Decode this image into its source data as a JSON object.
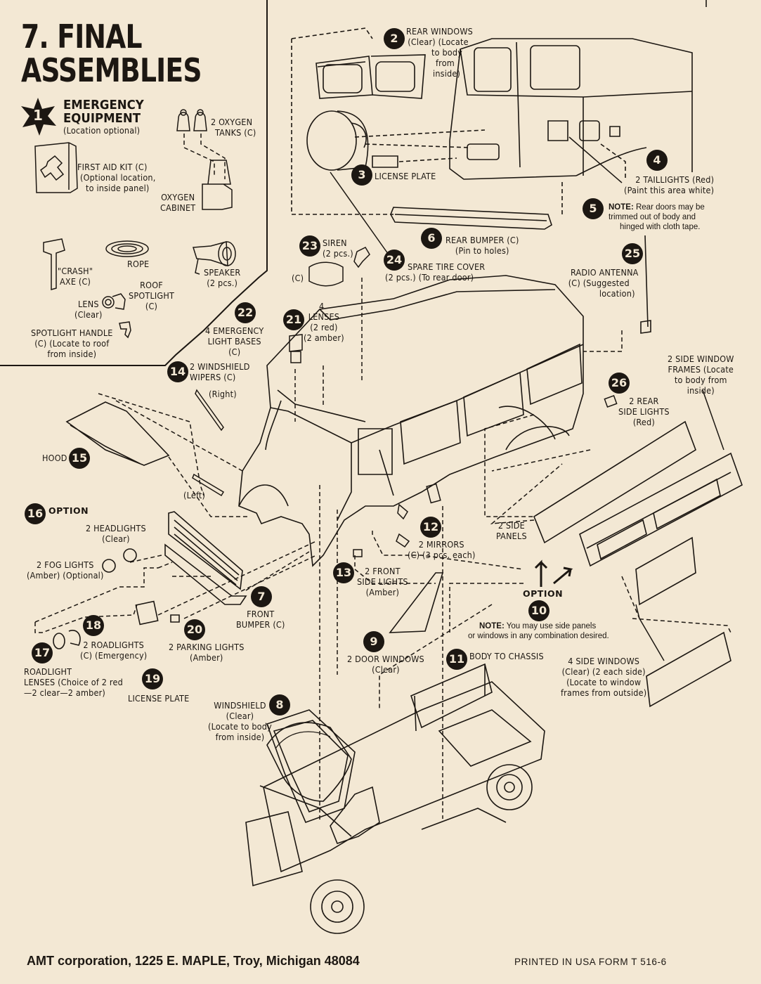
{
  "title": {
    "line1": "7. FINAL",
    "line2": "ASSEMBLIES"
  },
  "emergency": {
    "num": "1",
    "line1": "EMERGENCY",
    "line2": "EQUIPMENT",
    "note": "(Location optional)"
  },
  "labels": {
    "oxygen_tanks": [
      "2 OXYGEN",
      "TANKS (C)"
    ],
    "first_aid": [
      "FIRST AID KIT (C)",
      "(Optional location,",
      "to inside panel)"
    ],
    "oxygen_cabinet": [
      "OXYGEN",
      "CABINET"
    ],
    "crash_axe": [
      "\"CRASH\"",
      "AXE (C)"
    ],
    "rope": [
      "ROPE"
    ],
    "speaker": [
      "SPEAKER",
      "(2 pcs.)"
    ],
    "roof_spotlight": [
      "ROOF",
      "SPOTLIGHT",
      "(C)"
    ],
    "lens": [
      "LENS",
      "(Clear)"
    ],
    "spotlight_handle": [
      "SPOTLIGHT HANDLE",
      "(C) (Locate to roof",
      "from inside)"
    ],
    "rear_windows": [
      "REAR WINDOWS",
      "(Clear) (Locate",
      "to body",
      "from",
      "inside)"
    ],
    "license_plate_rear": [
      "LICENSE PLATE"
    ],
    "taillights": [
      "2 TAILLIGHTS (Red)",
      "(Paint this area white)"
    ],
    "rear_bumper": [
      "REAR BUMPER (C)",
      "(Pin to holes)"
    ],
    "spare_tire": [
      "SPARE TIRE COVER",
      "(2 pcs.)  (To rear door)"
    ],
    "radio_antenna": [
      "RADIO ANTENNA",
      "(C) (Suggested",
      "location)"
    ],
    "siren": [
      "SIREN",
      "(2 pcs.)"
    ],
    "siren_c": "(C)",
    "lenses21": [
      "4",
      "LENSES",
      "(2 red)",
      "(2 amber)"
    ],
    "light_bases": [
      "4 EMERGENCY",
      "LIGHT BASES",
      "(C)"
    ],
    "wipers": [
      "2 WINDSHIELD",
      "WIPERS (C)"
    ],
    "right": "(Right)",
    "left": "(Left)",
    "side_window_frames": [
      "2 SIDE WINDOW",
      "FRAMES (Locate",
      "to body from",
      "inside)"
    ],
    "rear_side_lights": [
      "2 REAR",
      "SIDE LIGHTS",
      "(Red)"
    ],
    "hood": "HOOD",
    "option": "OPTION",
    "headlights": [
      "2 HEADLIGHTS",
      "(Clear)"
    ],
    "fog_lights": [
      "2 FOG LIGHTS",
      "(Amber) (Optional)"
    ],
    "side_panels": [
      "2 SIDE",
      "PANELS"
    ],
    "mirrors": [
      "2 MIRRORS",
      "(C) (3 pcs. each)"
    ],
    "front_side_lights": [
      "2 FRONT",
      "SIDE LIGHTS",
      "(Amber)"
    ],
    "front_bumper": [
      "FRONT",
      "BUMPER (C)"
    ],
    "parking_lights": [
      "2 PARKING LIGHTS",
      "(Amber)"
    ],
    "roadlights": [
      "2 ROADLIGHTS",
      "(C) (Emergency)"
    ],
    "roadlight_lenses": [
      "ROADLIGHT",
      "LENSES (Choice of 2 red",
      "—2 clear—2 amber)"
    ],
    "license_plate_front": "LICENSE PLATE",
    "door_windows": [
      "2 DOOR WINDOWS",
      "(Clear)"
    ],
    "body_to_chassis": "BODY TO CHASSIS",
    "side_windows": [
      "4 SIDE WINDOWS",
      "(Clear) (2 each side)",
      "(Locate to window",
      "frames from outside)"
    ],
    "windshield": [
      "WINDSHIELD",
      "(Clear)",
      "(Locate to body",
      "from inside)"
    ]
  },
  "notes": {
    "rear_doors_head": "NOTE:",
    "rear_doors": [
      "Rear doors may be",
      "trimmed out of body and",
      "hinged with cloth tape."
    ],
    "panels_head": "NOTE:",
    "panels": [
      "You may use side panels",
      "or windows in any combination desired."
    ]
  },
  "numbers": [
    "2",
    "3",
    "4",
    "5",
    "6",
    "23",
    "24",
    "25",
    "22",
    "21",
    "14",
    "26",
    "15",
    "16",
    "12",
    "13",
    "7",
    "10",
    "9",
    "11",
    "18",
    "20",
    "17",
    "19",
    "8"
  ],
  "footer": {
    "left": "AMT corporation, 1225 E. MAPLE, Troy, Michigan 48084",
    "right": "PRINTED IN USA   FORM  T  516-6"
  },
  "colors": {
    "paper": "#f3e8d4",
    "ink": "#1c1712"
  }
}
